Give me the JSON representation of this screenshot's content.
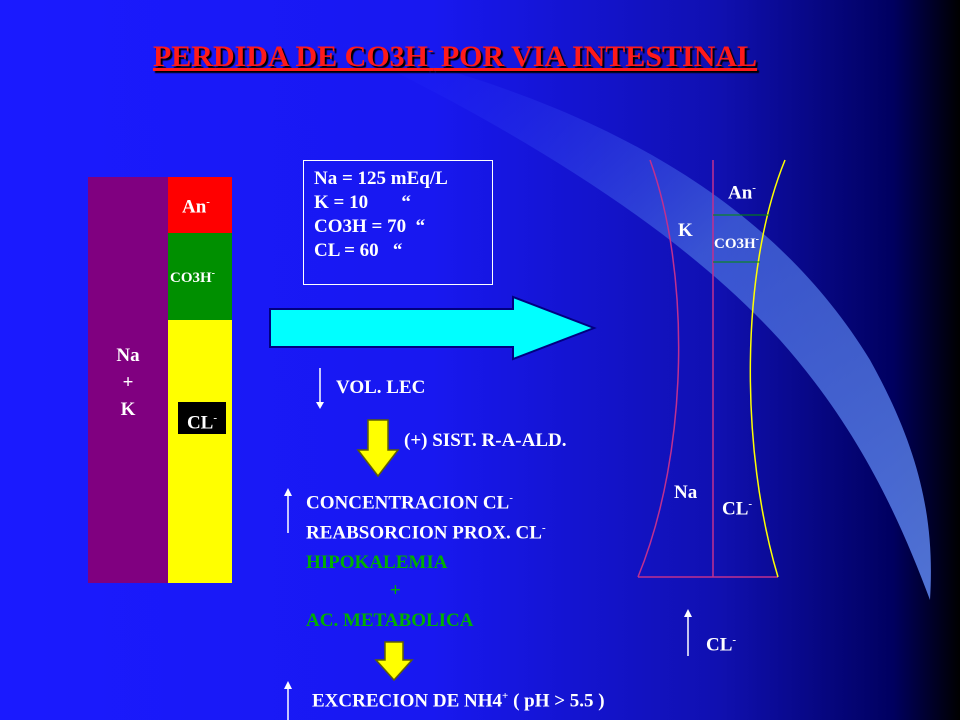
{
  "title": {
    "main": "PERDIDA  DE  CO3H",
    "sup": "-",
    "rest": "  POR VIA INTESTINAL "
  },
  "left_column": {
    "an": "An",
    "co3h": "CO3H",
    "cl": "CL",
    "na_lines": [
      "Na",
      "+",
      "K"
    ],
    "minus": "-"
  },
  "values_box": {
    "lines": [
      "Na = 125 mEq/L",
      "K = 10       “",
      "CO3H = 70  “",
      "CL = 60   “"
    ]
  },
  "vol_lec": "VOL.  LEC",
  "sist": "(+) SIST. R-A-ALD.",
  "effects": {
    "concentracion": "CONCENTRACION CL",
    "reabsorcion": "REABSORCION PROX. CL",
    "hipokalemia": "HIPOKALEMIA",
    "plus": "+",
    "acidosis": "AC. METABOLICA"
  },
  "excrecion": {
    "main": "EXCRECION DE NH4",
    "sup": "+",
    "rest": " (  pH > 5.5 )"
  },
  "right_column": {
    "an": "An",
    "k": "K",
    "co3h": "CO3H",
    "na": "Na",
    "cl": "CL",
    "cl_bottom": "CL",
    "minus": "-"
  },
  "colors": {
    "title": "#ff1a1a",
    "na_k": "#800080",
    "an": "#ff0000",
    "co3h": "#008f00",
    "cl": "#ffff00",
    "main_arrow": "#00ffff",
    "down_arrow": "#ffff00",
    "green_text": "#00b000",
    "outline": "#c0308f"
  }
}
